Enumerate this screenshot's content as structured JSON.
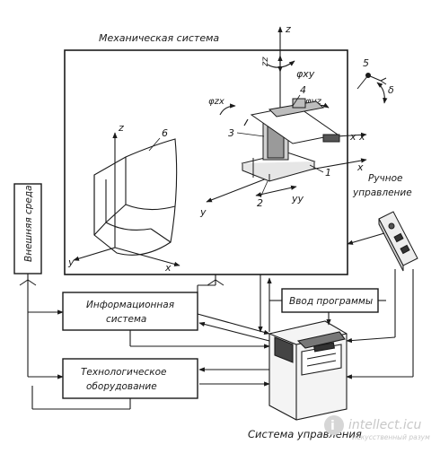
{
  "diagram": {
    "titles": {
      "mechanical_system": "Механическая система",
      "control_system": "Система управления",
      "manual_control_line1": "Ручное",
      "manual_control_line2": "управление"
    },
    "boxes": {
      "external_env": "Внешняя среда",
      "info_system_line1": "Информационная",
      "info_system_line2": "система",
      "tech_equipment_line1": "Технологическое",
      "tech_equipment_line2": "оборудование",
      "program_input": "Ввод программы"
    },
    "numbers": [
      "1",
      "2",
      "3",
      "4",
      "5",
      "6"
    ],
    "axes": {
      "z": "z",
      "y": "y",
      "x": "x",
      "zz": "zz",
      "xx": "x x",
      "yy": "yy",
      "phi_xy": "φxy",
      "phi_zx": "φzx",
      "phi_yz": "φyz",
      "delta": "δ"
    },
    "watermark": {
      "brand": "intellect.icu",
      "tagline": "Искусственный разум"
    }
  },
  "colors": {
    "ink": "#1a1a1a",
    "background": "#ffffff",
    "watermark": "#c8c8c8"
  }
}
